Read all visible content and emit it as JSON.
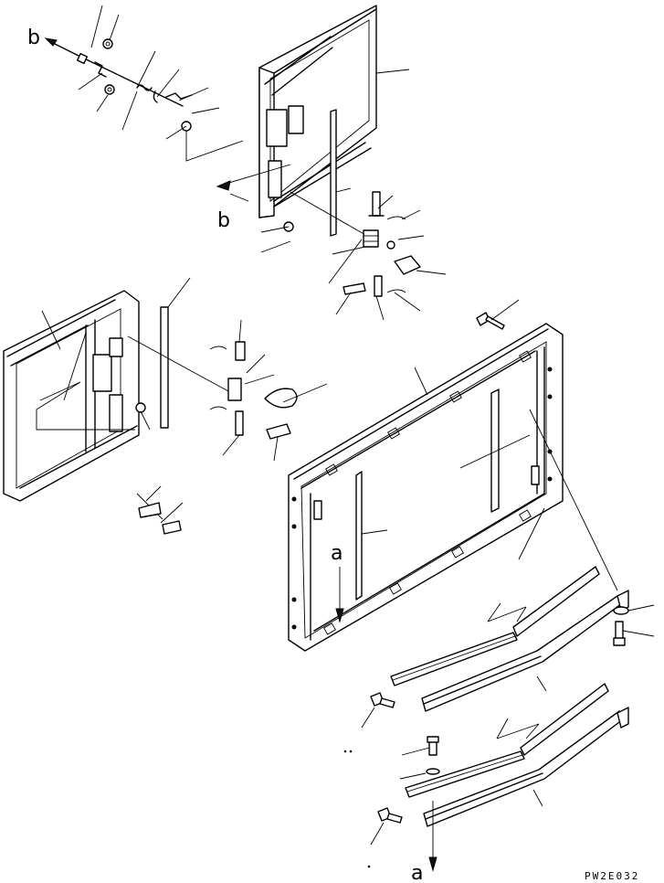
{
  "diagram": {
    "view_labels": {
      "b_top": "b",
      "b_mid": "b",
      "a_mid": "a",
      "a_bottom": "a"
    },
    "drawing_code": "PW2E032"
  }
}
